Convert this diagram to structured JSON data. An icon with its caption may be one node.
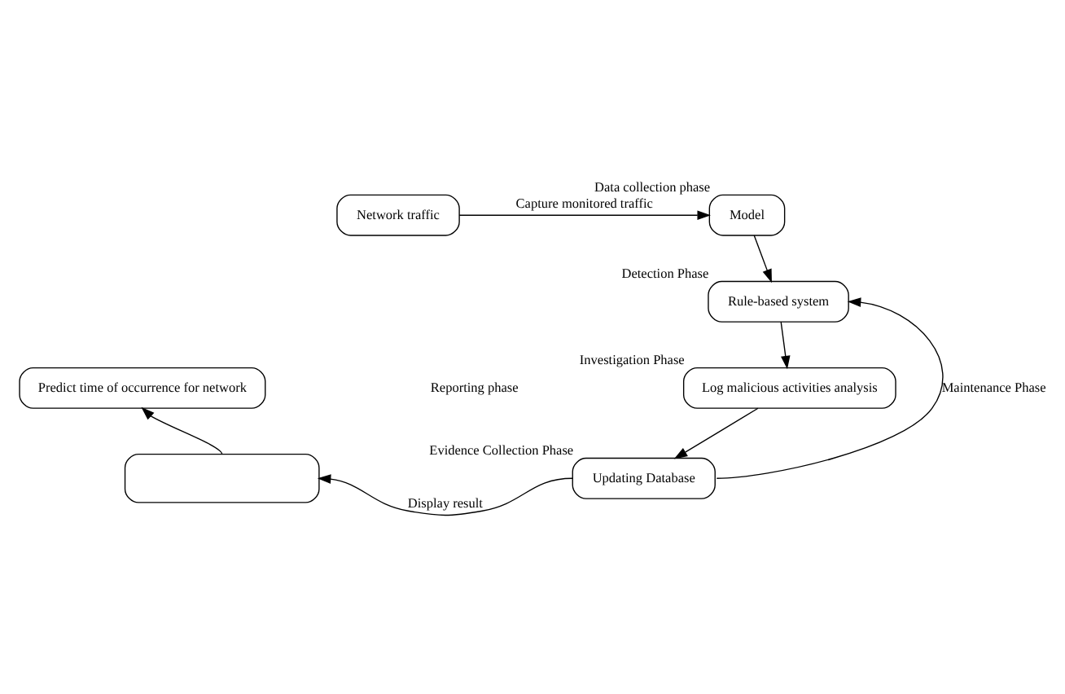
{
  "diagram": {
    "nodes": [
      {
        "text": [
          "Network traffic"
        ]
      },
      {
        "text": [
          "Model"
        ],
        "beside": [
          "Data collection phase"
        ]
      },
      {
        "text": [
          "Rule-based system"
        ],
        "beside": [
          "Detection Phase"
        ]
      },
      {
        "text": [
          "Log malicious activities analysis"
        ],
        "beside": [
          "Investigation Phase"
        ]
      },
      {
        "text": [
          "Updating Database"
        ],
        "beside": [
          "Evidence Collection Phase"
        ]
      },
      {
        "text": [],
        "shape": "box"
      },
      {
        "text": [
          "Predict time of occurrence for network"
        ]
      }
    ],
    "edges": [
      {
        "from": 0,
        "to": 1,
        "arrow": "to",
        "label": "Capture monitored traffic"
      },
      {
        "from": 1,
        "to": 2,
        "arrow": "to"
      },
      {
        "from": 2,
        "to": 3,
        "arrow": "to"
      },
      {
        "from": 3,
        "to": 4,
        "arrow": "to"
      },
      {
        "from": 4,
        "to": 2,
        "arrow": "to",
        "label": "Maintenance Phase"
      },
      {
        "from": 4,
        "to": 5,
        "arrow": "to",
        "label": "Display result"
      },
      {
        "from": 5,
        "to": 6,
        "arrow": "to"
      }
    ],
    "labels": [
      "Reporting phase"
    ]
  }
}
